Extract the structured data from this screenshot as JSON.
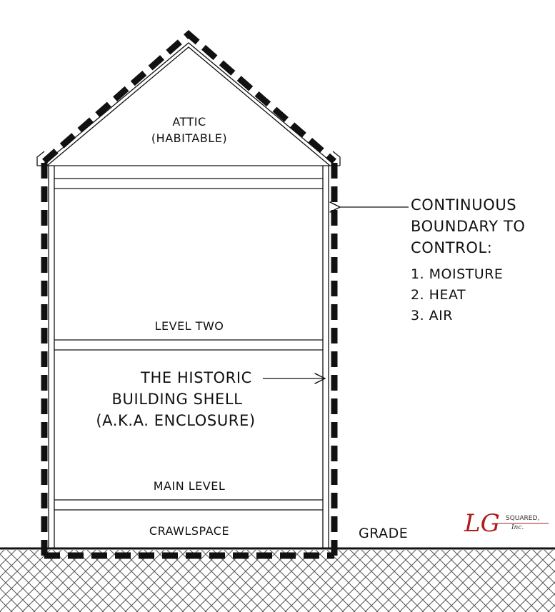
{
  "rooms": {
    "attic": "ATTIC",
    "attic_note": "(HABITABLE)",
    "level_two": "LEVEL TWO",
    "main_level": "MAIN LEVEL",
    "crawlspace": "CRAWLSPACE"
  },
  "shell_callout": {
    "line1": "THE HISTORIC",
    "line2": "BUILDING SHELL",
    "line3": "(A.K.A. ENCLOSURE)"
  },
  "boundary_callout": {
    "line1": "CONTINUOUS",
    "line2": "BOUNDARY TO",
    "line3": "CONTROL:",
    "items": [
      "1. MOISTURE",
      "2. HEAT",
      "3. AIR"
    ]
  },
  "grade_label": "GRADE",
  "logo": {
    "letters": "LG",
    "text1": "SQUARED,",
    "text2": "Inc."
  },
  "colors": {
    "ink": "#111111",
    "logo_red": "#b01c1c"
  }
}
